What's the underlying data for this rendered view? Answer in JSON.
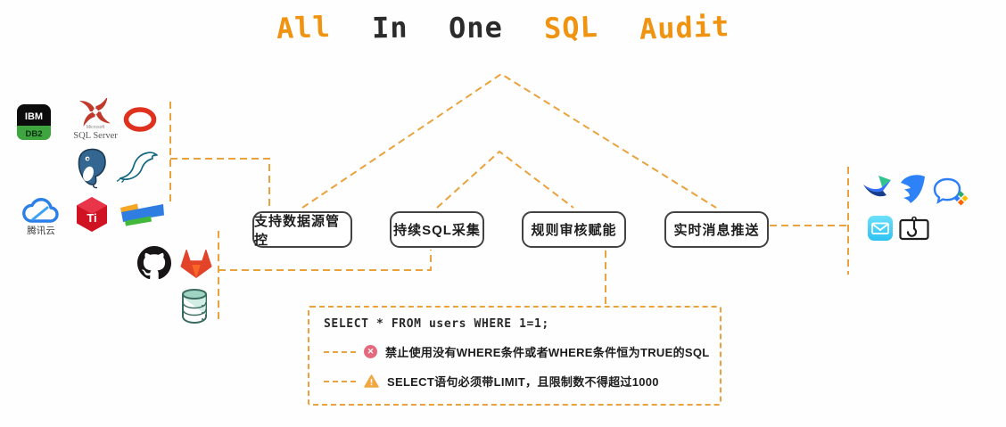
{
  "title": {
    "words": [
      {
        "text": "All",
        "tone": "orange"
      },
      {
        "text": "In",
        "tone": "dark"
      },
      {
        "text": "One",
        "tone": "dark"
      },
      {
        "text": "SQL",
        "tone": "orange"
      },
      {
        "text": "Audit",
        "tone": "orange"
      }
    ]
  },
  "features": [
    {
      "label": "支持数据源管控"
    },
    {
      "label": "持续SQL采集"
    },
    {
      "label": "规则审核赋能"
    },
    {
      "label": "实时消息推送"
    }
  ],
  "sources": {
    "logos": [
      "ibm-db2",
      "microsoft-sql-server",
      "oracle",
      "postgresql",
      "mysql",
      "tencent-cloud",
      "tidb",
      "opengauss",
      "github",
      "gitlab",
      "database-cylinder"
    ],
    "db2": {
      "brand": "IBM",
      "product": "DB2"
    },
    "sqlserver": {
      "brand": "Microsoft",
      "product": "SQL Server"
    },
    "tencent_cloud": {
      "label": "腾讯云"
    },
    "tidb": {
      "label": "Ti"
    }
  },
  "channels": {
    "logos": [
      "feishu",
      "dingtalk",
      "wechat-work",
      "mail",
      "webhook"
    ]
  },
  "sql_panel": {
    "query": "SELECT * FROM users WHERE 1=1;",
    "rules": [
      {
        "severity": "error",
        "icon": "forbidden-circle-x-icon",
        "text": "禁止使用没有WHERE条件或者WHERE条件恒为TRUE的SQL"
      },
      {
        "severity": "warning",
        "icon": "warning-triangle-icon",
        "text": "SELECT语句必须带LIMIT，且限制数不得超过1000"
      }
    ]
  },
  "colors": {
    "accent": "#EAA23D",
    "title_orange": "#EF9311",
    "title_dark": "#2B2B2B",
    "box_border": "#434343",
    "error": "#E5697D",
    "warning": "#F0A73F"
  }
}
